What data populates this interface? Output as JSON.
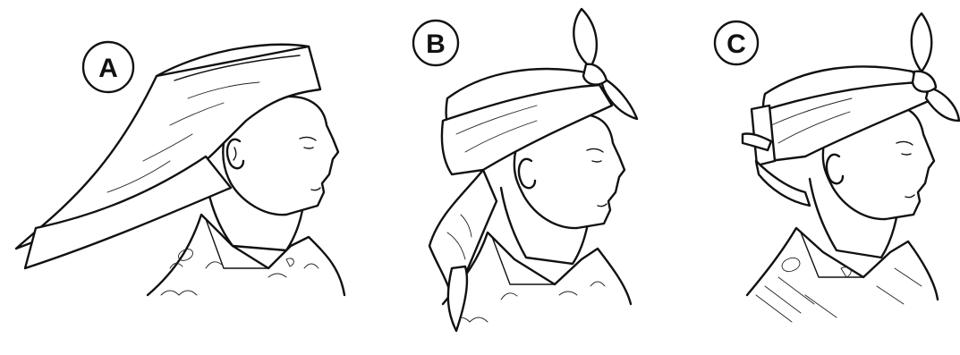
{
  "steps": [
    {
      "label": "A"
    },
    {
      "label": "B"
    },
    {
      "label": "C"
    }
  ],
  "colors": {
    "ink": "#111111",
    "paper": "#ffffff"
  },
  "icons": [
    "head-profile-illustration",
    "cravat-bandage-illustration"
  ]
}
